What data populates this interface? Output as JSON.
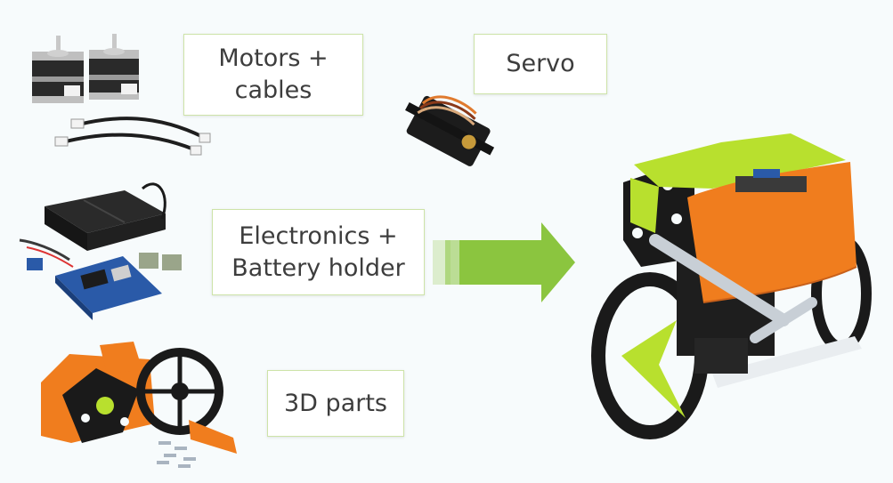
{
  "labels": {
    "motors": "Motors +\ncables",
    "servo": "Servo",
    "electronics": "Electronics +\nBattery holder",
    "parts3d": "3D parts"
  },
  "colors": {
    "accent_green": "#8cc63f",
    "arrow_green": "#8bc53f",
    "orange": "#f07d1e",
    "lime": "#b8e02e",
    "black_part": "#1a1a1a",
    "pcb_blue": "#2a5aa8",
    "box_border": "#cde3a8"
  },
  "illustrations": {
    "motors": "stepper-motor-pair",
    "cables": "motor-cables",
    "servo": "servo-motor",
    "electronics": "electronics-board",
    "battery": "battery-holder",
    "parts": "3d-printed-parts",
    "arrow": "right-arrow",
    "robot": "assembled-robot"
  }
}
